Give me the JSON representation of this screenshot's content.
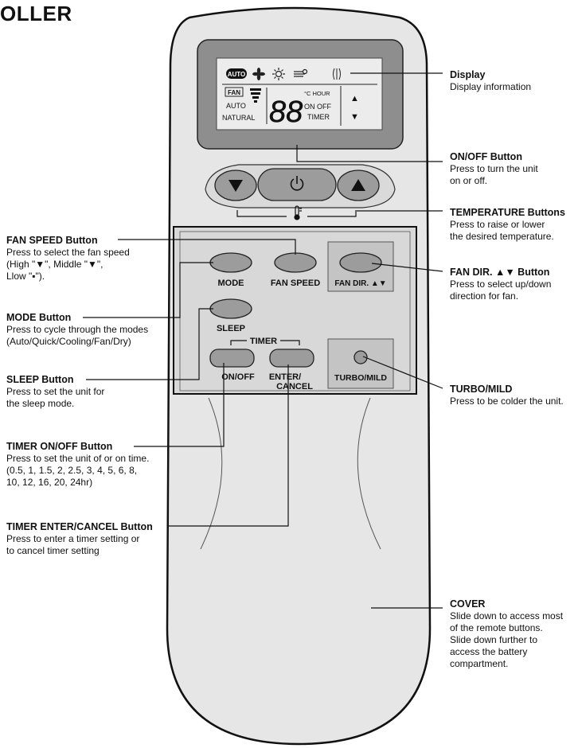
{
  "page_title": "OLLER",
  "display": {
    "mode_icons": [
      "AUTO",
      "fan-mode-icon",
      "sun-icon",
      "dry-mode-icon",
      "moon-icon",
      "swing-icon"
    ],
    "fan_box": "FAN",
    "fan_auto": "AUTO",
    "fan_natural": "NATURAL",
    "digits": "88",
    "unit_top": "°C HOUR",
    "unit_mid": "ON OFF",
    "unit_bot": "TIMER",
    "arrow_up": "▲",
    "arrow_down": "▼"
  },
  "buttons": {
    "mode": "MODE",
    "fan_speed": "FAN SPEED",
    "fan_dir": "FAN DIR. ▲▼",
    "sleep": "SLEEP",
    "timer": "TIMER",
    "timer_onoff": "ON/OFF",
    "timer_enter_1": "ENTER/",
    "timer_enter_2": "CANCEL",
    "turbo": "TURBO/MILD"
  },
  "annotations": {
    "display": {
      "title": "Display",
      "desc": "Display information"
    },
    "onoff": {
      "title": "ON/OFF Button",
      "desc": "Press to turn the unit\non or off."
    },
    "temperature": {
      "title": "TEMPERATURE Buttons",
      "desc": "Press to raise or lower\nthe desired temperature."
    },
    "fan_dir": {
      "title": "FAN DIR. ▲▼ Button",
      "desc": "Press to select up/down\ndirection for fan."
    },
    "turbo": {
      "title": "TURBO/MILD",
      "desc": "Press to be colder the unit."
    },
    "cover": {
      "title": "COVER",
      "desc": "Slide down to access most\nof the remote buttons.\nSlide down further to\naccess the battery\ncompartment."
    },
    "fan_speed": {
      "title": "FAN SPEED Button",
      "desc": "Press to select the fan speed\n(High \"▼\", Middle \"▼\",\nLlow \"▪\")."
    },
    "mode": {
      "title": "MODE Button",
      "desc": "Press to cycle through the modes\n(Auto/Quick/Cooling/Fan/Dry)"
    },
    "sleep": {
      "title": "SLEEP Button",
      "desc": "Press to set the unit for\nthe sleep mode."
    },
    "timer_onoff": {
      "title": "TIMER ON/OFF Button",
      "desc": "Press to set the unit of or on time.\n(0.5, 1, 1.5, 2, 2.5, 3, 4, 5, 6, 8,\n10, 12, 16, 20, 24hr)"
    },
    "timer_enter": {
      "title": "TIMER ENTER/CANCEL Button",
      "desc": "Press to enter a timer setting or\nto cancel timer setting"
    }
  },
  "colors": {
    "body": "#e6e6e6",
    "display_frame": "#8e8e8e",
    "lcd": "#ececec",
    "button": "#9c9c9c",
    "panel": "#d8d8d8"
  }
}
